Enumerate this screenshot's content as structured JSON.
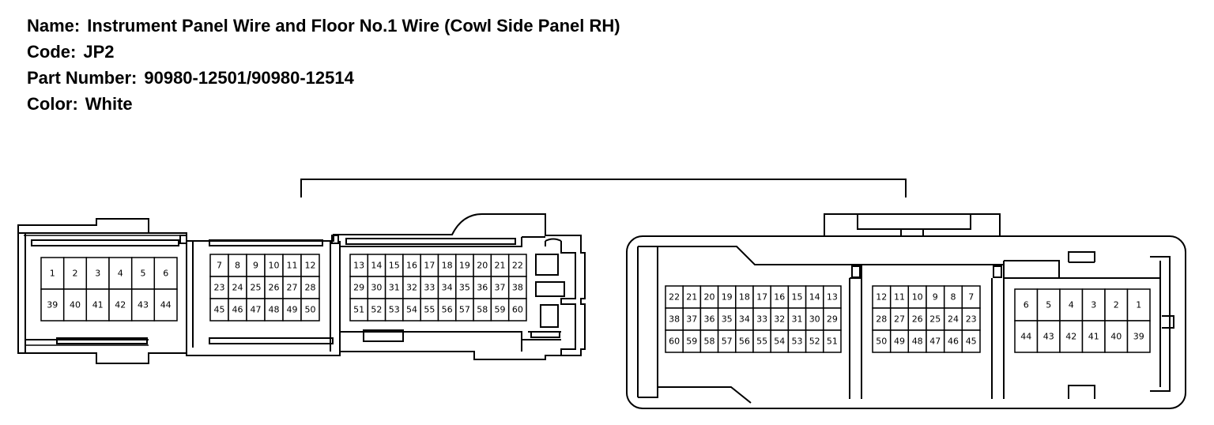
{
  "info": {
    "name_label": "Name:",
    "name_value": "Instrument Panel Wire and Floor No.1 Wire (Cowl Side Panel RH)",
    "code_label": "Code:",
    "code_value": "JP2",
    "part_label": "Part Number:",
    "part_value": "90980-12501/90980-12514",
    "color_label": "Color:",
    "color_value": "White"
  },
  "left_connector": {
    "block_a": [
      [
        "1",
        "2",
        "3",
        "4",
        "5",
        "6"
      ],
      [
        "39",
        "40",
        "41",
        "42",
        "43",
        "44"
      ]
    ],
    "block_b": [
      [
        "7",
        "8",
        "9",
        "10",
        "11",
        "12"
      ],
      [
        "23",
        "24",
        "25",
        "26",
        "27",
        "28"
      ],
      [
        "45",
        "46",
        "47",
        "48",
        "49",
        "50"
      ]
    ],
    "block_c": [
      [
        "13",
        "14",
        "15",
        "16",
        "17",
        "18",
        "19",
        "20",
        "21",
        "22"
      ],
      [
        "29",
        "30",
        "31",
        "32",
        "33",
        "34",
        "35",
        "36",
        "37",
        "38"
      ],
      [
        "51",
        "52",
        "53",
        "54",
        "55",
        "56",
        "57",
        "58",
        "59",
        "60"
      ]
    ]
  },
  "right_connector": {
    "block_a": [
      [
        "22",
        "21",
        "20",
        "19",
        "18",
        "17",
        "16",
        "15",
        "14",
        "13"
      ],
      [
        "38",
        "37",
        "36",
        "35",
        "34",
        "33",
        "32",
        "31",
        "30",
        "29"
      ],
      [
        "60",
        "59",
        "58",
        "57",
        "56",
        "55",
        "54",
        "53",
        "52",
        "51"
      ]
    ],
    "block_b": [
      [
        "12",
        "11",
        "10",
        "9",
        "8",
        "7"
      ],
      [
        "28",
        "27",
        "26",
        "25",
        "24",
        "23"
      ],
      [
        "50",
        "49",
        "48",
        "47",
        "46",
        "45"
      ]
    ],
    "block_c": [
      [
        "6",
        "5",
        "4",
        "3",
        "2",
        "1"
      ],
      [
        "44",
        "43",
        "42",
        "41",
        "40",
        "39"
      ]
    ]
  },
  "style": {
    "line_color": "#000000",
    "background": "#ffffff"
  }
}
